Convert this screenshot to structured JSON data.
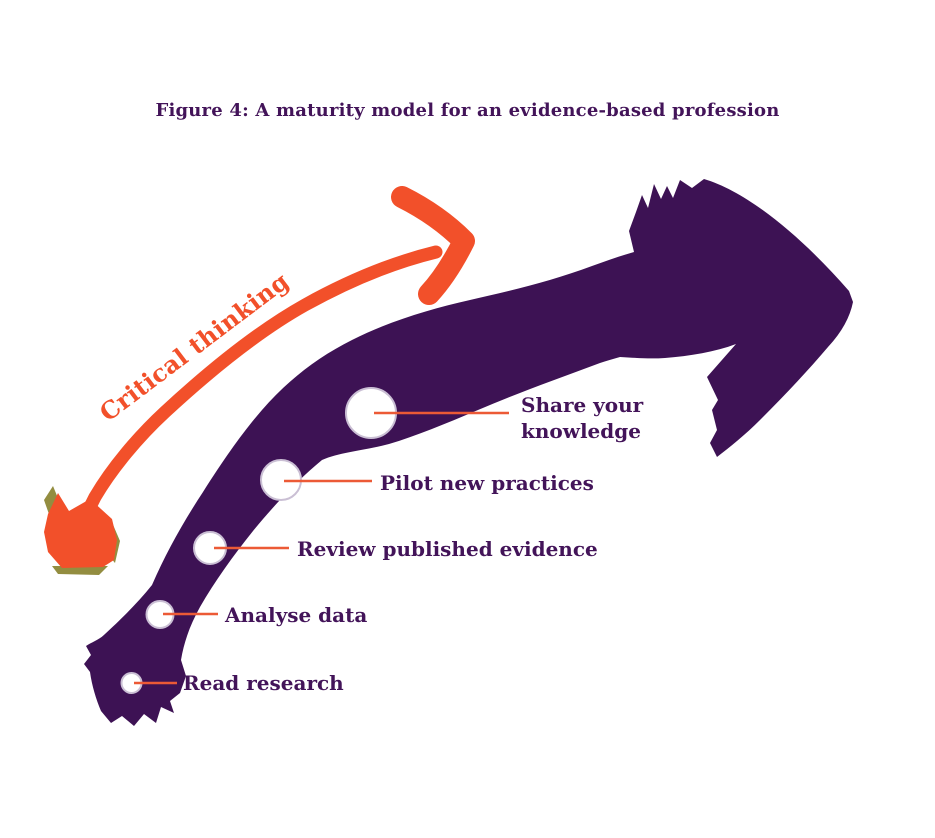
{
  "figure": {
    "title": "Figure 4: A maturity model for an evidence-based profession",
    "flow_label": "Critical thinking",
    "milestones": [
      {
        "label": "Read research"
      },
      {
        "label": "Analyse data"
      },
      {
        "label": "Review published evidence"
      },
      {
        "label": "Pilot new practices"
      },
      {
        "label": "Share your knowledge"
      }
    ],
    "colors": {
      "purple": "#3d1254",
      "orange": "#f2502a",
      "text": "#431459",
      "leader": "#ec5a36",
      "ring": "#cabfd4",
      "olive": "#938d40"
    }
  }
}
